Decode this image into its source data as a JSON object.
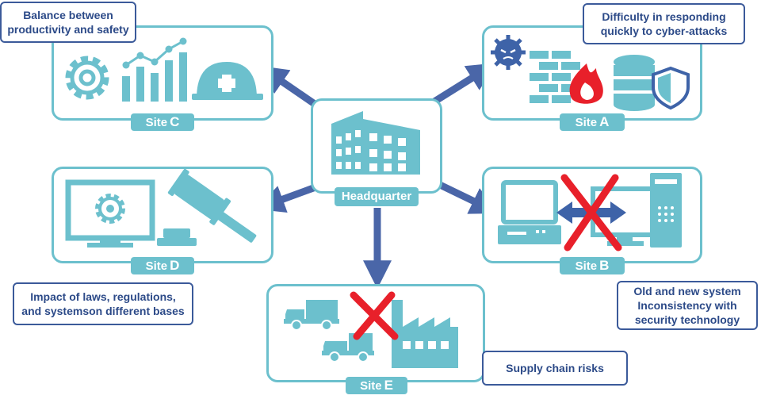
{
  "headquarter": {
    "label": "Headquarter"
  },
  "sites": {
    "a": {
      "prefix": "Site",
      "letter": "A"
    },
    "b": {
      "prefix": "Site",
      "letter": "B"
    },
    "c": {
      "prefix": "Site",
      "letter": "C"
    },
    "d": {
      "prefix": "Site",
      "letter": "D"
    },
    "e": {
      "prefix": "Site",
      "letter": "E"
    }
  },
  "callouts": {
    "c": [
      "Balance between",
      "productivity and safety"
    ],
    "a": [
      "Difficulty in responding",
      "quickly to cyber-attacks"
    ],
    "d": [
      "Impact of laws, regulations,",
      "and systemson different bases"
    ],
    "b": [
      "Old and new system",
      "Inconsistency with",
      "security technology"
    ],
    "e": [
      "Supply chain risks"
    ]
  },
  "colors": {
    "teal": "#6cc0cd",
    "arrow": "#4a66a8",
    "callout_text": "#2c4a88",
    "cross": "#e8202a"
  },
  "icons": {
    "site_c": [
      "gear-icon",
      "bar-chart-icon",
      "hard-hat-icon"
    ],
    "site_a": [
      "virus-icon",
      "firewall-icon",
      "fire-icon",
      "database-icon",
      "shield-icon"
    ],
    "site_d": [
      "monitor-gear-icon",
      "gavel-icon"
    ],
    "site_b": [
      "old-computer-icon",
      "new-computer-icon",
      "double-arrow-icon",
      "red-cross-icon"
    ],
    "site_e": [
      "truck-icon",
      "factory-icon",
      "red-cross-icon"
    ],
    "headquarter": [
      "building-icon"
    ]
  }
}
